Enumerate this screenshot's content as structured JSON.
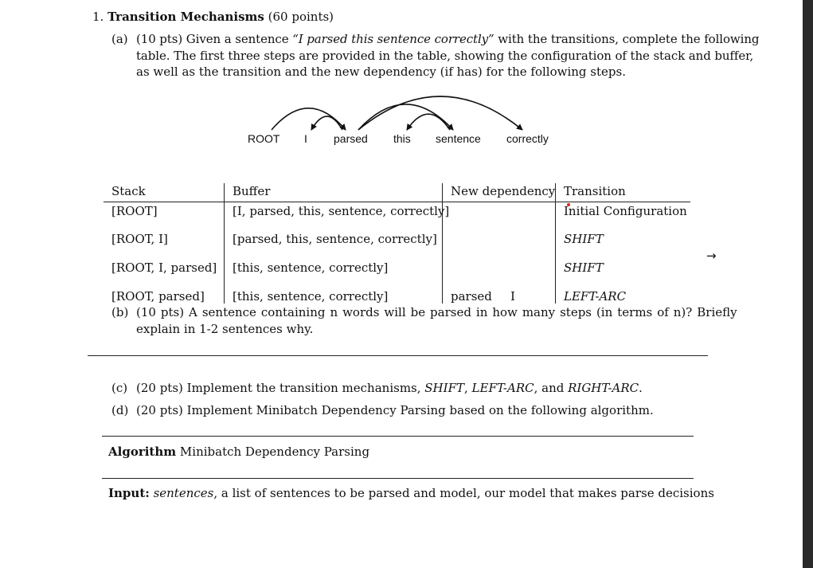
{
  "question": {
    "number": "1.",
    "title": "Transition Mechanisms",
    "points": "(60 points)"
  },
  "part_a": {
    "label": "(a)",
    "pts": "(10 pts) Given a sentence ",
    "sentence_quote": "“I parsed this sentence correctly”",
    "line1_rest": " with the transitions, complete the following",
    "line2": "table. The first three steps are provided in the table, showing the configuration of the stack and buffer,",
    "line3": "as well as the transition and the new dependency (if has) for the following steps."
  },
  "diagram": {
    "words": [
      "ROOT",
      "I",
      "parsed",
      "this",
      "sentence",
      "correctly"
    ],
    "arcs": [
      {
        "from": 0,
        "to": 2
      },
      {
        "from": 2,
        "to": 1
      },
      {
        "from": 2,
        "to": 5
      },
      {
        "from": 2,
        "to": 4
      },
      {
        "from": 4,
        "to": 3
      }
    ]
  },
  "table": {
    "headers": [
      "Stack",
      "Buffer",
      "New dependency",
      "Transition"
    ],
    "rows": [
      {
        "stack": "[ROOT]",
        "buffer": "[I, parsed, this, sentence, correctly]",
        "dep_head": "",
        "dep_child": "",
        "transition": "Initial Configuration"
      },
      {
        "stack": "[ROOT, I]",
        "buffer": "[parsed, this, sentence, correctly]",
        "dep_head": "",
        "dep_child": "",
        "transition": "SHIFT"
      },
      {
        "stack": "[ROOT, I, parsed]",
        "buffer": "[this, sentence, correctly]",
        "dep_head": "",
        "dep_child": "",
        "transition": "SHIFT"
      },
      {
        "stack": "[ROOT, parsed]",
        "buffer": "[this, sentence, correctly]",
        "dep_head": "parsed",
        "dep_child": "I",
        "transition": "LEFT-ARC"
      }
    ],
    "side_arrow": "→"
  },
  "part_b": {
    "label": "(b)",
    "line1": "(10 pts) A sentence containing n words will be parsed in how many steps (in terms of n)? Briefly",
    "line2": "explain in 1-2 sentences why."
  },
  "part_c": {
    "label": "(c)",
    "pre": "(20 pts) Implement the transition mechanisms, ",
    "t1": "SHIFT",
    "sep1": ", ",
    "t2": "LEFT-ARC",
    "sep2": ", and ",
    "t3": "RIGHT-ARC",
    "end": "."
  },
  "part_d": {
    "label": "(d)",
    "text": "(20 pts) Implement Minibatch Dependency Parsing based on the following algorithm."
  },
  "algorithm": {
    "label": "Algorithm",
    "name": " Minibatch Dependency Parsing",
    "input_label": "Input:",
    "input_var": " sentences",
    "input_rest": ", a list of sentences to be parsed and model, our model that makes parse decisions"
  }
}
